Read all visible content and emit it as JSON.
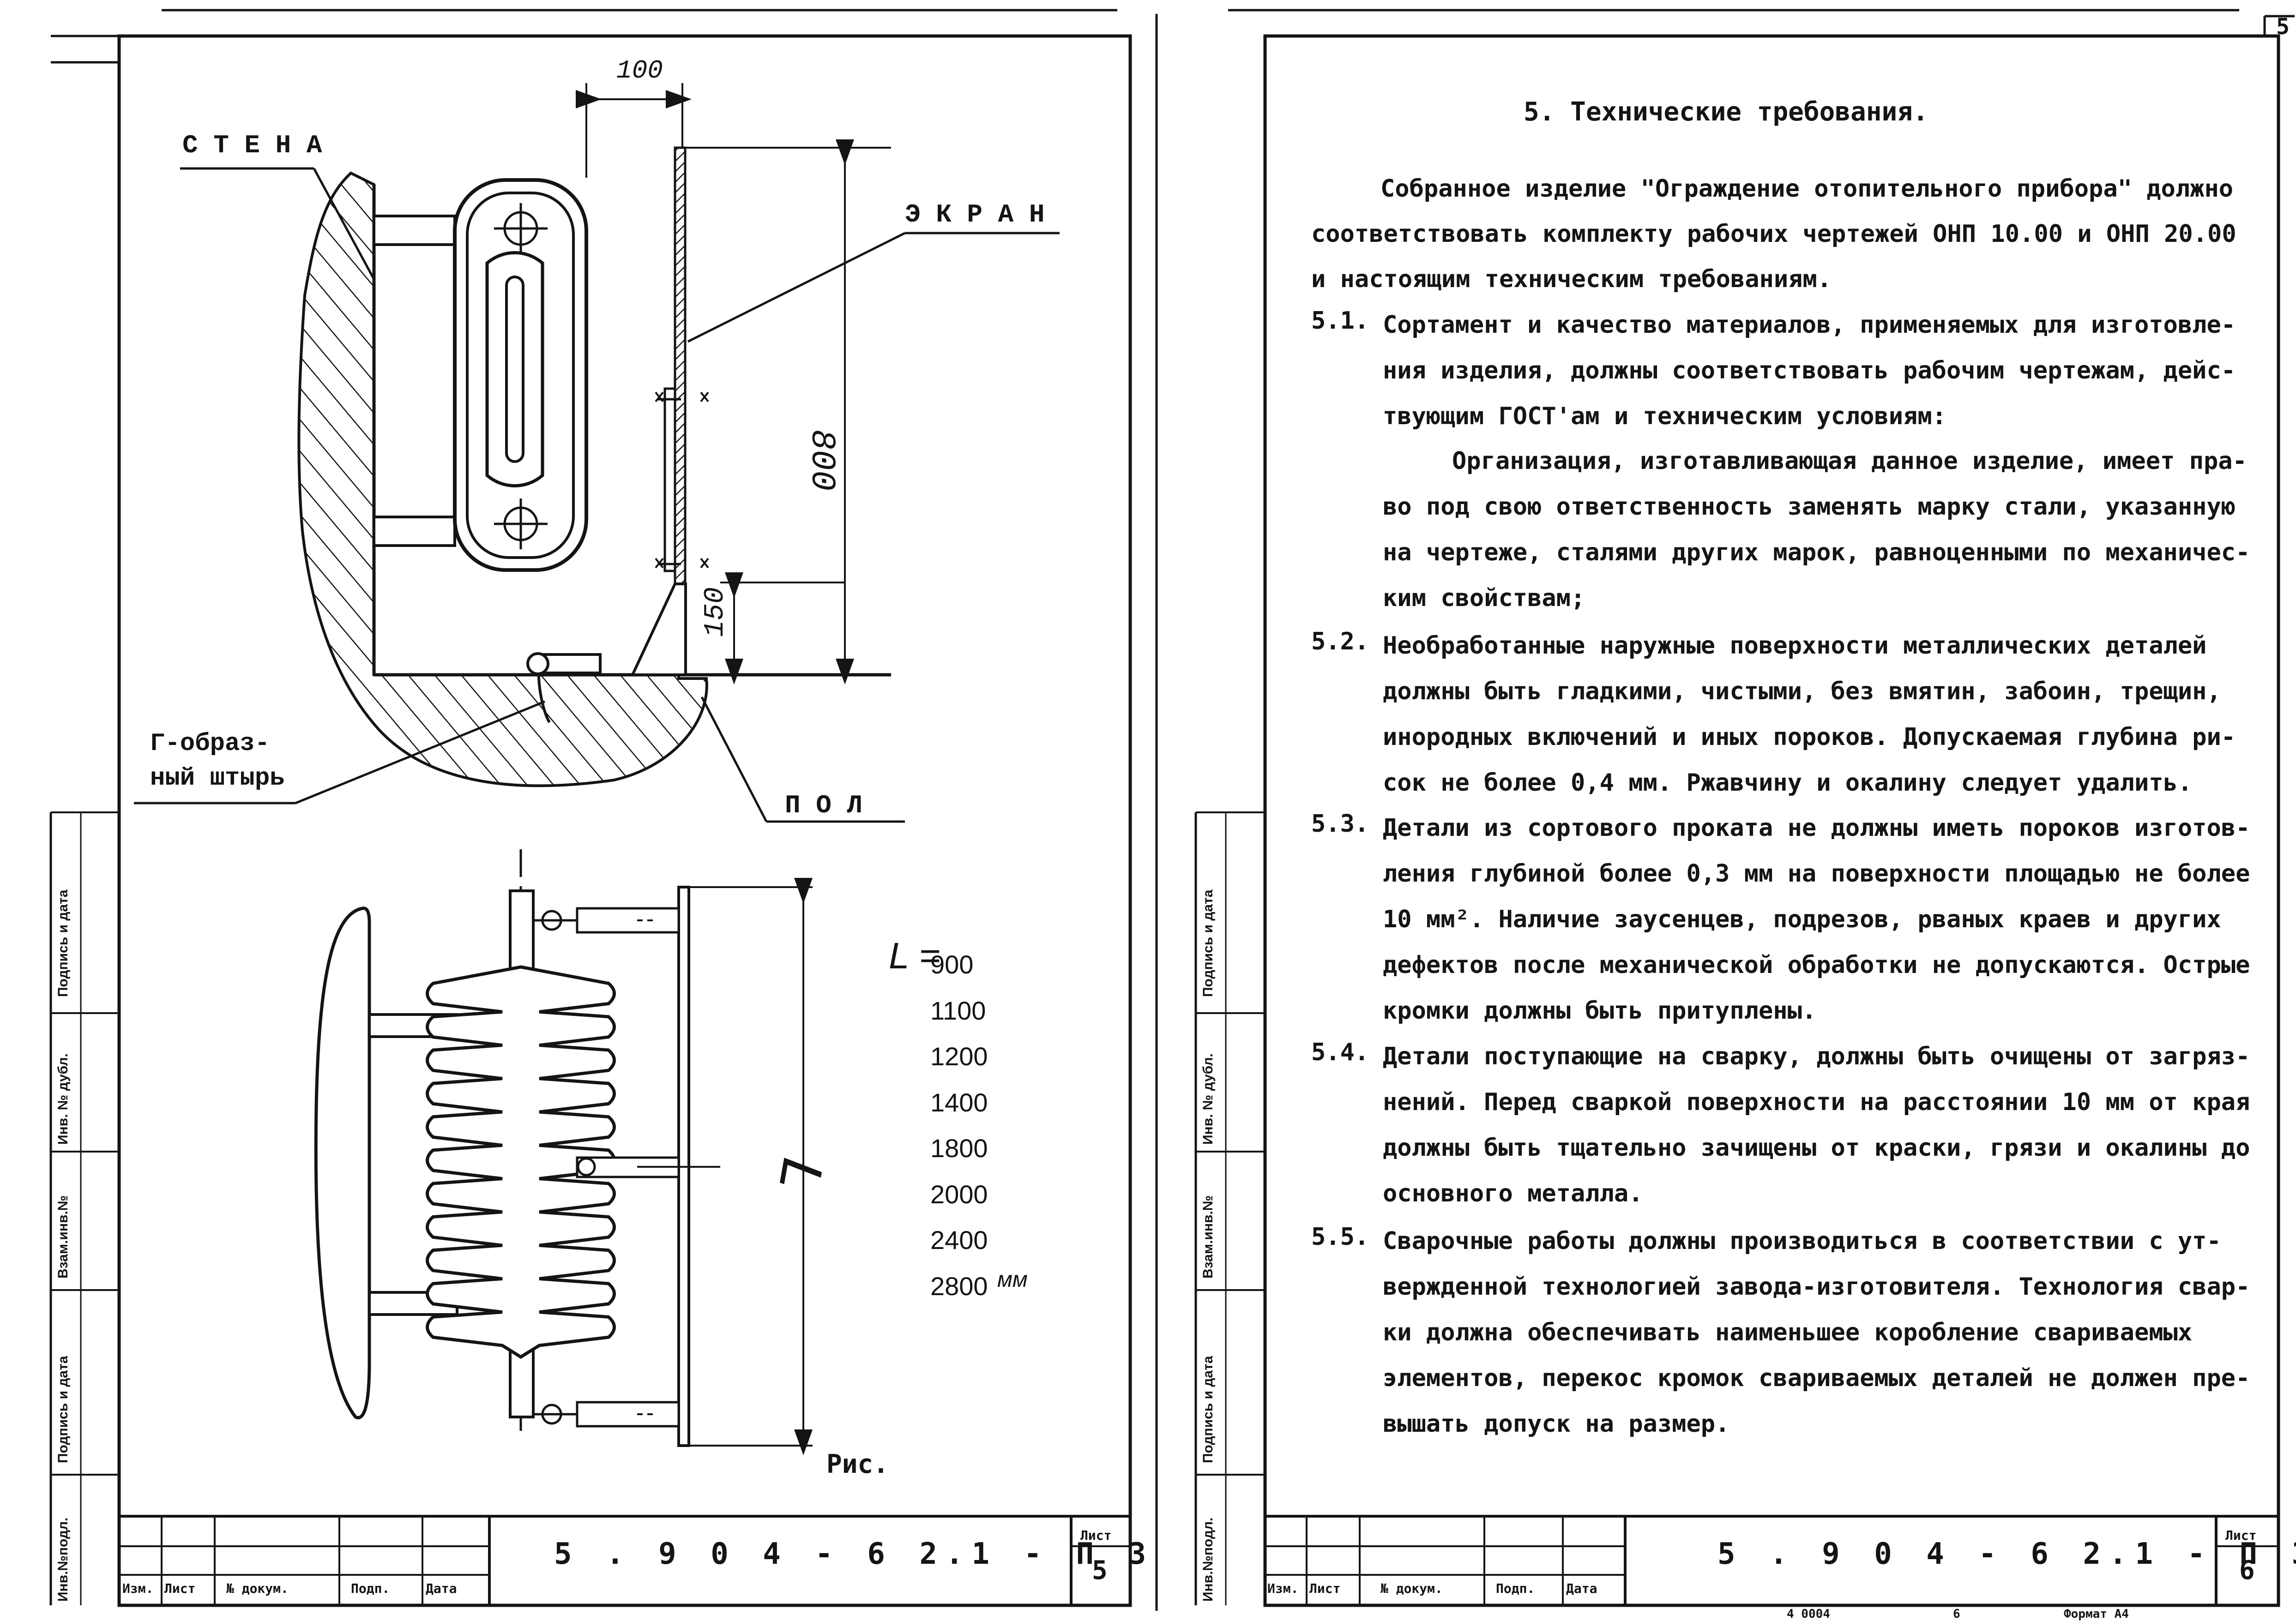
{
  "left_page": {
    "labels": {
      "wall": "С Т Е Н А",
      "screen": "Э К Р А Н",
      "floor": "П О Л",
      "pin_line1": "Г-образ-",
      "pin_line2": "ный штырь",
      "fig": "Рис."
    },
    "dimensions": {
      "d100": "100",
      "d800": "800",
      "d150": "150",
      "dL": "L"
    },
    "length_table": {
      "prefix": "L =",
      "values": [
        "900",
        "1100",
        "1200",
        "1400",
        "1800",
        "2000",
        "2400",
        "2800"
      ],
      "unit": "мм"
    }
  },
  "right_page": {
    "corner_mark": "5",
    "title": "5. Технические требования.",
    "intro": [
      "Собранное изделие \"Ограждение отопительного прибора\" должно",
      "соответствовать комплекту рабочих чертежей ОНП 10.00 и ОНП 20.00",
      "и настоящим техническим требованиям."
    ],
    "items": [
      {
        "num": "5.1.",
        "lines": [
          "Сортамент и качество материалов, применяемых для изготовле-",
          "ния изделия, должны соответствовать рабочим чертежам, дейс-",
          "твующим ГОСТ'ам и техническим условиям:"
        ]
      },
      {
        "num": "",
        "lines": [
          "Организация, изготавливающая данное изделие, имеет пра-",
          "во под свою ответственность заменять марку стали, указанную",
          "на чертеже, сталями других марок, равноценными по механичес-",
          "ким свойствам;"
        ]
      },
      {
        "num": "5.2.",
        "lines": [
          "Необработанные наружные поверхности металлических деталей",
          "должны быть гладкими, чистыми, без вмятин, забоин, трещин,",
          "инородных включений и иных пороков. Допускаемая глубина ри-",
          "сок не более 0,4 мм. Ржавчину и окалину следует удалить."
        ]
      },
      {
        "num": "5.3.",
        "lines": [
          "Детали из сортового проката не должны иметь пороков изготов-",
          "ления глубиной более 0,3 мм на поверхности площадью не более",
          "10 мм². Наличие заусенцев, подрезов, рваных краев и других",
          "дефектов после механической обработки не допускаются. Острые",
          "кромки должны быть притуплены."
        ]
      },
      {
        "num": "5.4.",
        "lines": [
          "Детали поступающие на сварку, должны быть очищены от загряз-",
          "нений. Перед сваркой поверхности на расстоянии 10 мм от края",
          "должны быть тщательно зачищены от краски, грязи и окалины до",
          "основного металла."
        ]
      },
      {
        "num": "5.5.",
        "lines": [
          "Сварочные работы должны производиться в соответствии с ут-",
          "вержденной технологией завода-изготовителя. Технология свар-",
          "ки должна обеспечивать наименьшее коробление свариваемых",
          "элементов, перекос кромок свариваемых деталей не должен пре-",
          "вышать допуск на размер."
        ]
      }
    ],
    "footer_note": [
      "4 0004",
      "6",
      "Формат А4"
    ]
  },
  "stamp": {
    "headers": [
      "Изм.",
      "Лист",
      "№ докум.",
      "Подп.",
      "Дата"
    ],
    "code": "5 . 9 0 4 - 6 2.1 - П З",
    "sheet_label": "Лист",
    "left_sheet": "5",
    "right_sheet": "6"
  },
  "side_stamp": [
    "Инв.№подл.",
    "Подпись и дата",
    "Взам.инв.№",
    "Инв. № дубл.",
    "Подпись и дата"
  ]
}
